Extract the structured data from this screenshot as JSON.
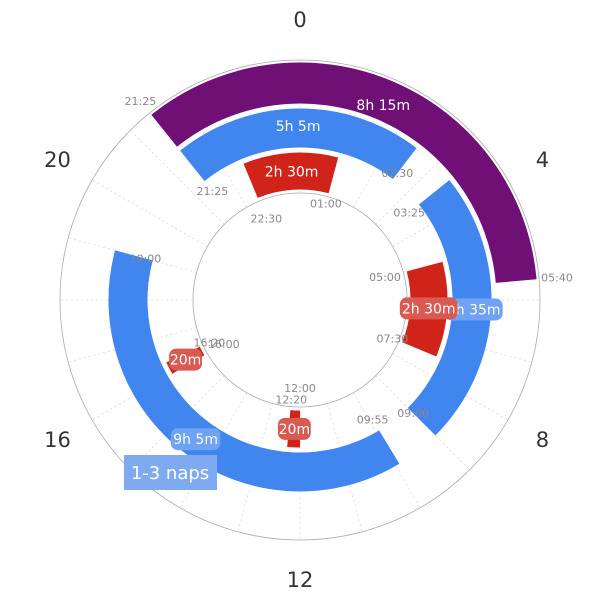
{
  "chart_data": {
    "type": "radial-sleep-schedule",
    "hour_labels": [
      "0",
      "4",
      "8",
      "12",
      "16",
      "20"
    ],
    "legend": "1-3 naps",
    "colors": {
      "outer": "#700f76",
      "middle": "#4185ee",
      "inner": "#d0241a",
      "label_bg_blue": "#6fa2f2",
      "label_bg_red": "#d95a52",
      "legend_bg": "#7faaf0",
      "grid": "#d9d9d9",
      "circle": "#aaaaaa"
    },
    "rings": [
      {
        "name": "outer",
        "segments": [
          {
            "start": "21:25",
            "end": "05:40",
            "duration": "8h 15m",
            "label_boxed": false
          }
        ]
      },
      {
        "name": "middle",
        "segments": [
          {
            "start": "21:25",
            "end": "02:30",
            "duration": "5h 5m",
            "label_boxed": false
          },
          {
            "start": "03:25",
            "end": "09:00",
            "duration": "5h 35m",
            "label_boxed": true
          },
          {
            "start": "09:55",
            "end": "19:00",
            "duration": "9h 5m",
            "label_boxed": true
          }
        ]
      },
      {
        "name": "inner",
        "segments": [
          {
            "start": "22:30",
            "end": "01:00",
            "duration": "2h 30m",
            "label_boxed": false
          },
          {
            "start": "05:00",
            "end": "07:30",
            "duration": "2h 30m",
            "label_boxed": true
          },
          {
            "start": "12:00",
            "end": "12:20",
            "duration": "20m",
            "label_boxed": true
          },
          {
            "start": "16:00",
            "end": "16:20",
            "duration": "20m",
            "label_boxed": true
          }
        ]
      }
    ]
  }
}
